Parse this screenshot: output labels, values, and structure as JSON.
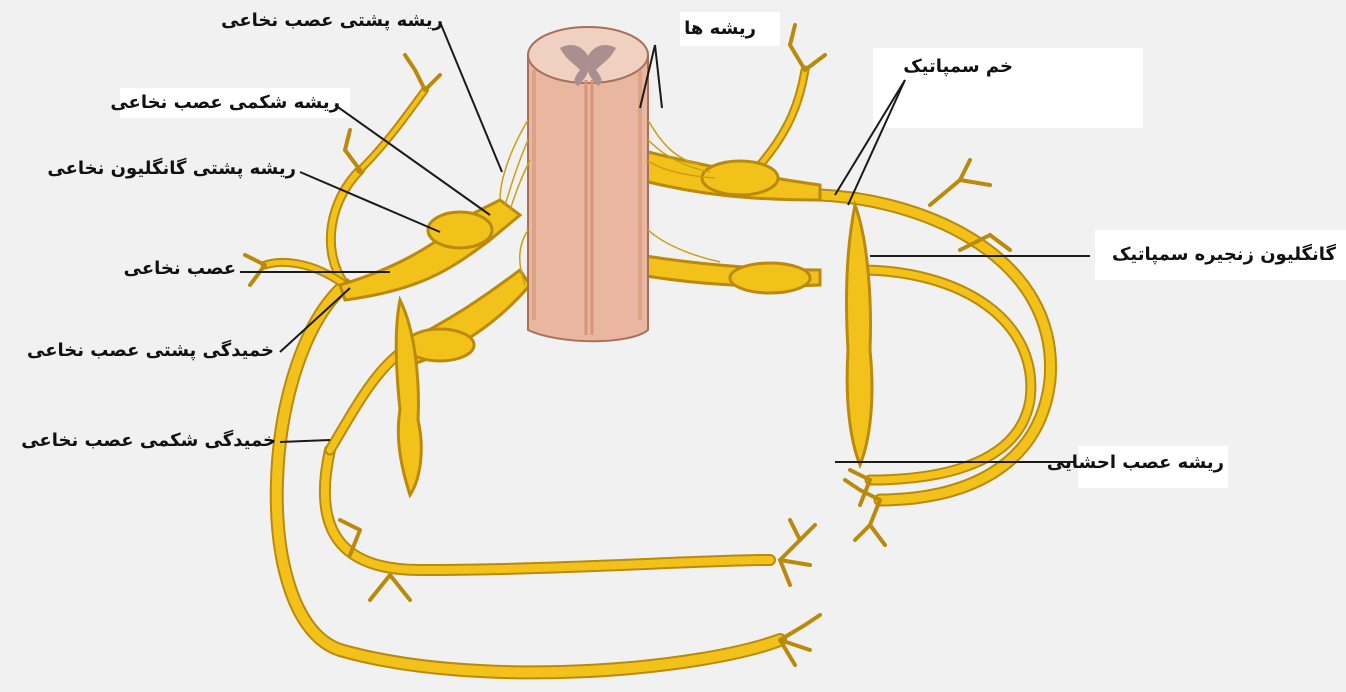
{
  "labels": {
    "dorsal_root": "ریشه پشتی عصب نخاعی",
    "rootlets": "ریشه ها",
    "ventral_root": "ریشه شکمی عصب نخاعی",
    "dorsal_root_ganglion": "ریشه پشتی گانگلیون نخاعی",
    "spinal_nerve": "عصب نخاعی",
    "dorsal_ramus": "خمیدگی پشتی عصب نخاعی",
    "ventral_ramus": "خمیدگی شکمی عصب نخاعی",
    "sympathetic_ramus": "خم سمپاتیک",
    "sympathetic_chain_ganglion": "گانگلیون زنجیره سمپاتیک",
    "visceral_nerve_root": "ریشه عصب احشایی"
  },
  "colors": {
    "nerve": "#f2c21a",
    "nerve_outline": "#b98a0b",
    "cord": "#e9b7a0",
    "cord_shade": "#d69478",
    "grey_matter": "#a98f8f",
    "leader_line": "#1a1a1a"
  }
}
